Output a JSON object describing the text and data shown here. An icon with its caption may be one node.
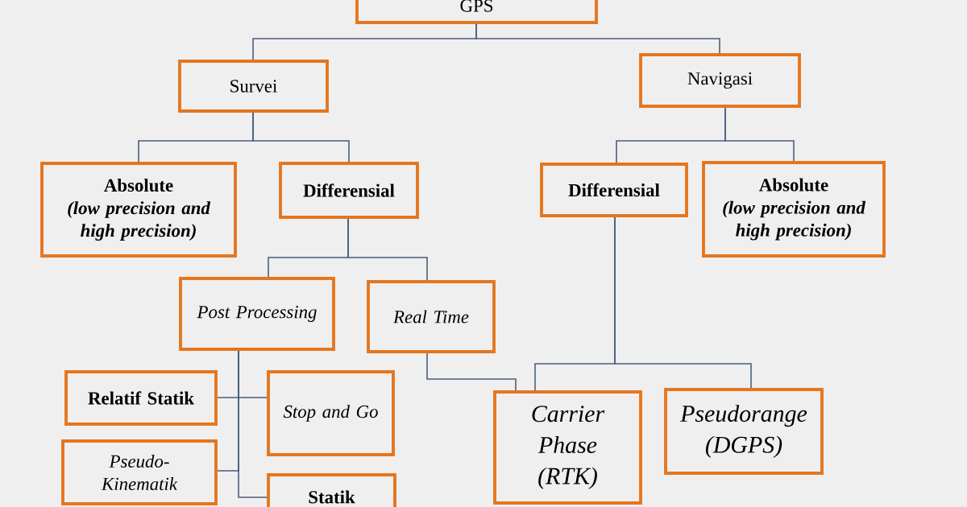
{
  "diagram": {
    "nodes": [
      {
        "text": [
          "GPS"
        ]
      },
      {
        "text": [
          "Survei"
        ]
      },
      {
        "text": [
          "Navigasi"
        ]
      },
      {
        "text": [
          "Absolute",
          "(low precision and high precision)"
        ]
      },
      {
        "text": [
          "Differensial"
        ]
      },
      {
        "text": [
          "Differensial"
        ]
      },
      {
        "text": [
          "Absolute",
          "(low precision and high precision)"
        ]
      },
      {
        "text": [
          "Post Processing"
        ]
      },
      {
        "text": [
          "Real Time"
        ]
      },
      {
        "text": [
          "Relatif Statik"
        ]
      },
      {
        "text": [
          "Stop and Go"
        ]
      },
      {
        "text": [
          "Pseudo-Kinematik"
        ]
      },
      {
        "text": [
          "Statik"
        ]
      },
      {
        "text": [
          "Carrier Phase (RTK)"
        ]
      },
      {
        "text": [
          "Pseudorange (DGPS)"
        ]
      }
    ],
    "edges": [
      {
        "from": 0,
        "to": 1,
        "arrow": "none"
      },
      {
        "from": 0,
        "to": 2,
        "arrow": "none"
      },
      {
        "from": 1,
        "to": 3,
        "arrow": "none"
      },
      {
        "from": 1,
        "to": 4,
        "arrow": "none"
      },
      {
        "from": 2,
        "to": 5,
        "arrow": "none"
      },
      {
        "from": 2,
        "to": 6,
        "arrow": "none"
      },
      {
        "from": 4,
        "to": 7,
        "arrow": "none"
      },
      {
        "from": 4,
        "to": 8,
        "arrow": "none"
      },
      {
        "from": 7,
        "to": 9,
        "arrow": "none"
      },
      {
        "from": 7,
        "to": 10,
        "arrow": "none"
      },
      {
        "from": 7,
        "to": 11,
        "arrow": "none"
      },
      {
        "from": 7,
        "to": 12,
        "arrow": "none"
      },
      {
        "from": 8,
        "to": 13,
        "arrow": "none"
      },
      {
        "from": 5,
        "to": 13,
        "arrow": "none"
      },
      {
        "from": 5,
        "to": 14,
        "arrow": "none"
      }
    ]
  }
}
